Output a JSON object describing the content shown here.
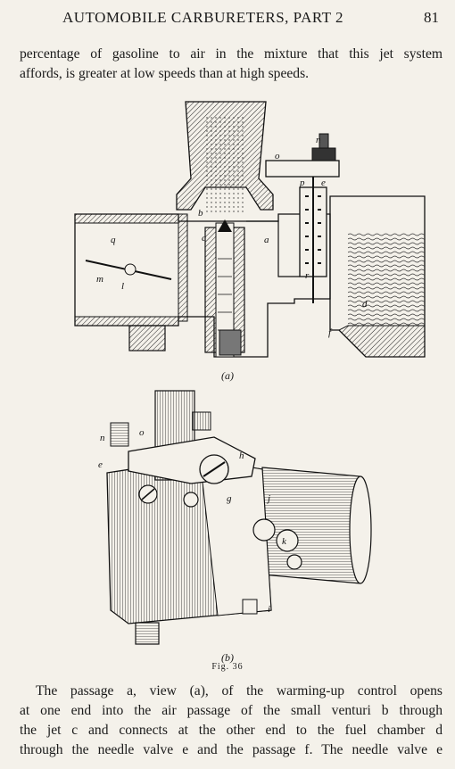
{
  "header": {
    "title": "AUTOMOBILE CARBURETERS, PART 2",
    "page_number": "81"
  },
  "intro": {
    "line1": "percentage of gasoline to air in the mixture that this jet system",
    "line2": "affords, is greater at low speeds than at high speeds."
  },
  "figure_a": {
    "caption": "(a)",
    "labels": {
      "n": "n",
      "o": "o",
      "p": "p",
      "e": "e",
      "b": "b",
      "c": "c",
      "a": "a",
      "q": "q",
      "m": "m",
      "l": "l",
      "r": "r",
      "d": "d",
      "f": "f"
    }
  },
  "figure_b": {
    "caption": "(b)",
    "labels": {
      "n": "n",
      "o": "o",
      "e": "e",
      "h": "h",
      "g": "g",
      "j": "j",
      "k": "k",
      "i": "i"
    }
  },
  "figure_label": "Fig. 36",
  "body": {
    "line1": "The passage a, view (a), of the warming-up control opens",
    "line2": "at one end into the air passage of the small venturi b through",
    "line3": "the jet c and connects at the other end to the fuel chamber d",
    "line4": "through the needle valve e and the passage f.  The needle valve e"
  },
  "colors": {
    "paper": "#f4f1ea",
    "ink": "#1a1a1a"
  }
}
